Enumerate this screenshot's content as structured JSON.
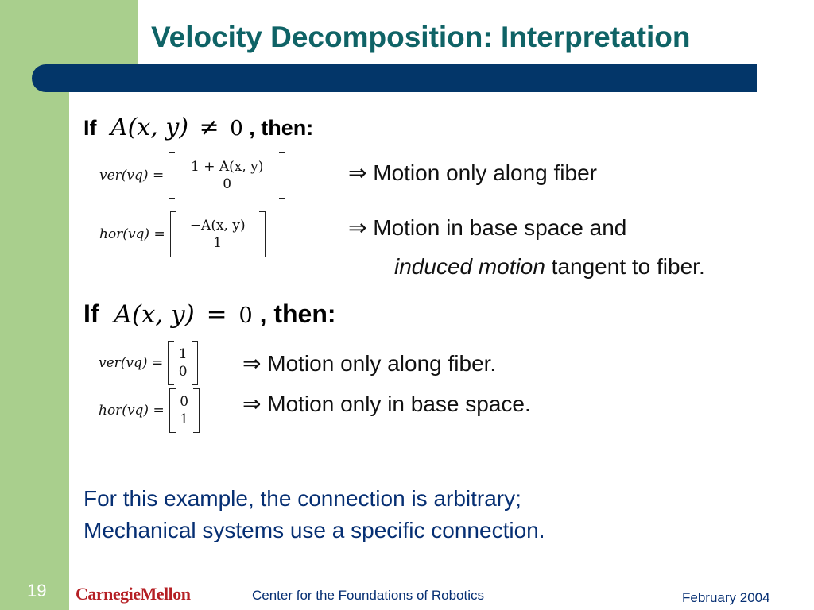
{
  "slide": {
    "title": "Velocity Decomposition: Interpretation",
    "number": "19",
    "logo_text": "CarnegieMellon",
    "footer_center": "Center for the Foundations of Robotics",
    "footer_date": "February 2004"
  },
  "case1": {
    "if_label": "If",
    "condition_lhs": "A(x, y)",
    "condition_op": "≠",
    "condition_rhs": "0",
    "then_label": ", then:",
    "ver_lhs": "ver(vq) =",
    "ver_top": "1 + A(x, y)",
    "ver_bottom": "0",
    "hor_lhs": "hor(vq) =",
    "hor_top": "−A(x, y)",
    "hor_bottom": "1",
    "arrow": "⇒",
    "ver_text": "Motion only along fiber",
    "hor_text": "Motion in base space and",
    "hor_text2_italic": "induced motion",
    "hor_text2_rest": " tangent to fiber."
  },
  "case2": {
    "if_label": "If",
    "condition_lhs": "A(x, y)",
    "condition_op": "=",
    "condition_rhs": "0",
    "then_label": ", then:",
    "ver_lhs": "ver(vq) =",
    "ver_top": "1",
    "ver_bottom": "0",
    "hor_lhs": "hor(vq) =",
    "hor_top": "0",
    "hor_bottom": "1",
    "arrow": "⇒",
    "ver_text": "Motion only along fiber.",
    "hor_text": "Motion only in base space."
  },
  "note": {
    "line1": "For this example, the connection is arbitrary;",
    "line2": "Mechanical systems use a specific connection."
  }
}
